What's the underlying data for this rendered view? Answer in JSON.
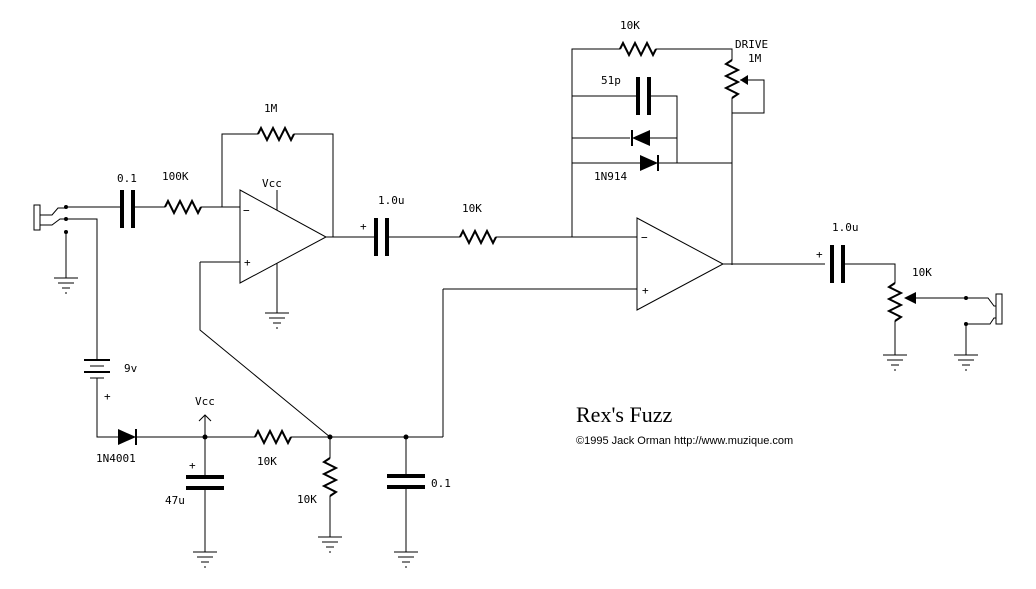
{
  "title": "Rex's Fuzz",
  "copyright": "©1995 Jack Orman  http://www.muzique.com",
  "labels": {
    "c_in": "0.1",
    "r_in": "100K",
    "r_fb1": "1M",
    "vcc_op1": "Vcc",
    "c_mid": "1.0u",
    "r_mid": "10K",
    "r_fb2": "10K",
    "drive": "DRIVE",
    "drive_val": "1M",
    "c_fb2": "51p",
    "diode_fb": "1N914",
    "c_out": "1.0u",
    "pot_out": "10K",
    "battery": "9v",
    "batt_plus": "+",
    "diode_pwr": "1N4001",
    "vcc_rail": "Vcc",
    "cap_pwr": "47u",
    "cap_pwr_plus": "+",
    "r_bias1": "10K",
    "r_bias2": "10K",
    "c_bias": "0.1",
    "op1_minus": "−",
    "op1_plus": "+",
    "op2_minus": "−",
    "op2_plus": "+",
    "c_mid_plus": "+",
    "c_out_plus": "+"
  }
}
